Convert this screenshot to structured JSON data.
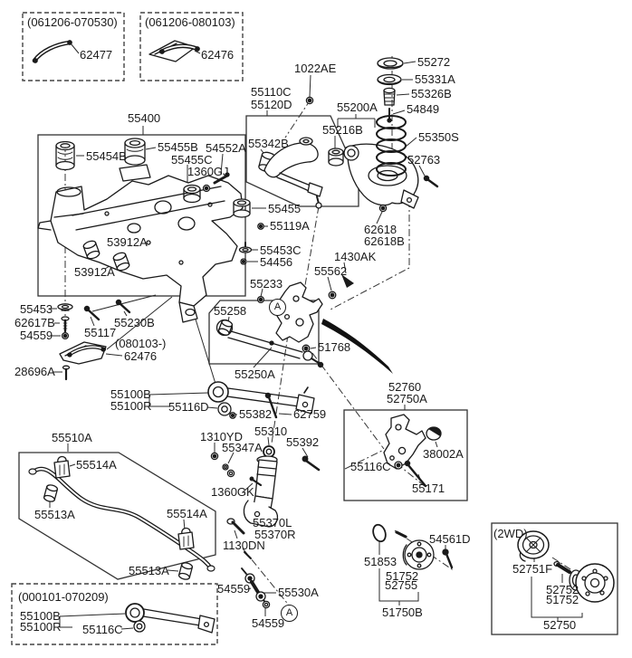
{
  "diagram": {
    "type": "rear-suspension-parts-diagram",
    "marker_a": "A"
  },
  "labels": {
    "topbox1_date": "(061206-070530)",
    "topbox1_part": "62477",
    "topbox2_date": "(061206-080103)",
    "topbox2_part": "62476",
    "n55400": "55400",
    "n1022AE": "1022AE",
    "n55110C": "55110C",
    "n55120D": "55120D",
    "n55342B": "55342B",
    "n55200A": "55200A",
    "n55216B": "55216B",
    "n55272": "55272",
    "n55331A": "55331A",
    "n55326B": "55326B",
    "n54849": "54849",
    "n55350S": "55350S",
    "n52763": "52763",
    "n55454B": "55454B",
    "n55455B": "55455B",
    "n55455C": "55455C",
    "n54552A": "54552A",
    "n1360GJ": "1360GJ",
    "n55455": "55455",
    "n55119A": "55119A",
    "n55453C": "55453C",
    "n54456": "54456",
    "n53912A_a": "53912A",
    "n53912A_b": "53912A",
    "n55233": "55233",
    "n62618": "62618",
    "n62618B": "62618B",
    "n1430AK": "1430AK",
    "n55562": "55562",
    "n51768": "51768",
    "n55453": "55453",
    "n62617B": "62617B",
    "n54559_a": "54559",
    "n55117": "55117",
    "n55230B": "55230B",
    "midbox_date": "(080103-)",
    "midbox_part": "62476",
    "n28696A": "28696A",
    "n55258": "55258",
    "n55250A": "55250A",
    "n55100B_a": "55100B",
    "n55100R_a": "55100R",
    "n55116D": "55116D",
    "n55382": "55382",
    "n62759": "62759",
    "n55310": "55310",
    "n1310YD": "1310YD",
    "n55347A": "55347A",
    "n55392": "55392",
    "n1360GK": "1360GK",
    "n55370L": "55370L",
    "n55370R": "55370R",
    "n1130DN": "1130DN",
    "n52760": "52760",
    "n52750A": "52750A",
    "n38002A": "38002A",
    "n55116C_a": "55116C",
    "n55171": "55171",
    "n55510A": "55510A",
    "n55514A_a": "55514A",
    "n55513A_a": "55513A",
    "n55514A_b": "55514A",
    "n55513A_b": "55513A",
    "botbox_date": "(000101-070209)",
    "n55100B_b": "55100B",
    "n55100R_b": "55100R",
    "n55116C_b": "55116C",
    "n54559_b": "54559",
    "n55530A": "55530A",
    "n54559_c": "54559",
    "n51853": "51853",
    "n54561D": "54561D",
    "n51752_a": "51752",
    "n52755": "52755",
    "n51750B": "51750B",
    "twd_label": "(2WD)",
    "n52751F": "52751F",
    "n52752": "52752",
    "n51752_b": "51752",
    "n52750": "52750"
  }
}
